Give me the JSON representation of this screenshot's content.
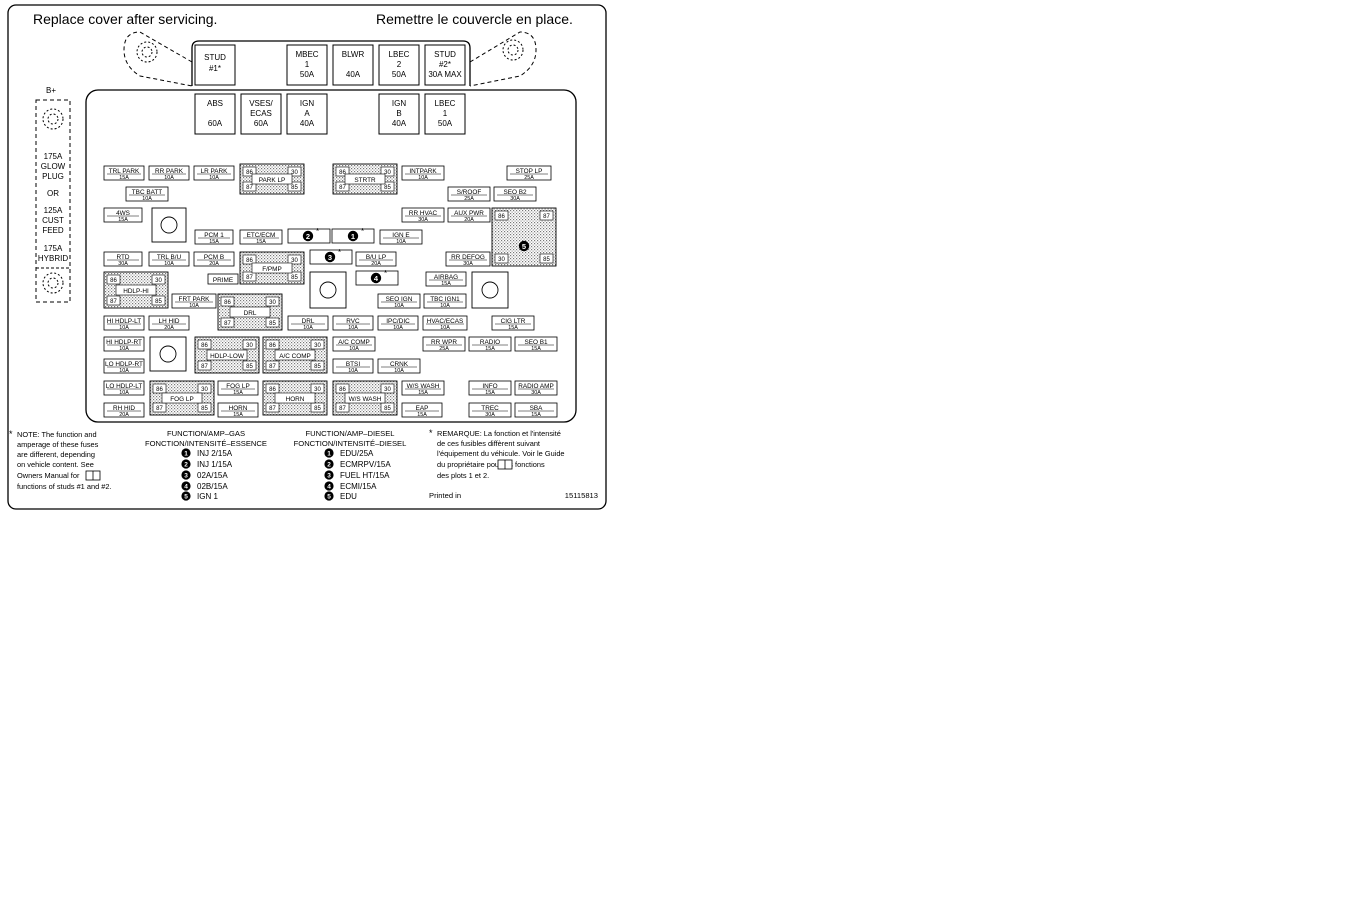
{
  "header": {
    "left": "Replace cover after servicing.",
    "right": "Remettre le couvercle en place."
  },
  "side": {
    "bplus": "B+",
    "lines": [
      "175A",
      "GLOW",
      "PLUG",
      "OR",
      "125A",
      "CUST",
      "FEED",
      "175A",
      "HYBRID"
    ]
  },
  "large_fuses": [
    {
      "lines": [
        "STUD",
        "#1*"
      ]
    },
    {
      "lines": [
        "MBEC",
        "1",
        "50A"
      ]
    },
    {
      "lines": [
        "BLWR",
        "",
        "40A"
      ]
    },
    {
      "lines": [
        "LBEC",
        "2",
        "50A"
      ]
    },
    {
      "lines": [
        "STUD",
        "#2*",
        "30A MAX"
      ]
    },
    {
      "lines": [
        "ABS",
        "",
        "60A"
      ]
    },
    {
      "lines": [
        "VSES/",
        "ECAS",
        "60A"
      ]
    },
    {
      "lines": [
        "IGN",
        "A",
        "40A"
      ]
    },
    {
      "lines": [
        "IGN",
        "B",
        "40A"
      ]
    },
    {
      "lines": [
        "LBEC",
        "1",
        "50A"
      ]
    }
  ],
  "fuses": [
    {
      "label": "TRL PARK",
      "amp": "15A"
    },
    {
      "label": "RR PARK",
      "amp": "10A"
    },
    {
      "label": "LR PARK",
      "amp": "10A"
    },
    {
      "label": "TBC BATT",
      "amp": "10A"
    },
    {
      "label": "4WS",
      "amp": "15A"
    },
    {
      "label": "PCM 1",
      "amp": "15A"
    },
    {
      "label": "ETC/ECM",
      "amp": "15A"
    },
    {
      "label": "INTPARK",
      "amp": "10A"
    },
    {
      "label": "STOP LP",
      "amp": "25A"
    },
    {
      "label": "S/ROOF",
      "amp": "25A"
    },
    {
      "label": "SEO B2",
      "amp": "30A"
    },
    {
      "label": "RR HVAC",
      "amp": "30A"
    },
    {
      "label": "AUX PWR",
      "amp": "20A"
    },
    {
      "label": "IGN E",
      "amp": "10A"
    },
    {
      "label": "RTD",
      "amp": "30A"
    },
    {
      "label": "TRL B/U",
      "amp": "10A"
    },
    {
      "label": "PCM B",
      "amp": "20A"
    },
    {
      "label": "B/U LP",
      "amp": "20A"
    },
    {
      "label": "RR DEFOG",
      "amp": "30A"
    },
    {
      "label": "PRIME",
      "amp": ""
    },
    {
      "label": "AIRBAG",
      "amp": "15A"
    },
    {
      "label": "FRT PARK",
      "amp": "10A"
    },
    {
      "label": "SEO IGN",
      "amp": "10A"
    },
    {
      "label": "TBC IGN1",
      "amp": "10A"
    },
    {
      "label": "HI HDLP-LT",
      "amp": "10A"
    },
    {
      "label": "LH HID",
      "amp": "20A"
    },
    {
      "label": "DRL",
      "amp": "10A"
    },
    {
      "label": "RVC",
      "amp": "10A"
    },
    {
      "label": "IPC/DIC",
      "amp": "10A"
    },
    {
      "label": "HVAC/ECAS",
      "amp": "10A"
    },
    {
      "label": "CIG LTR",
      "amp": "15A"
    },
    {
      "label": "HI HDLP-RT",
      "amp": "10A"
    },
    {
      "label": "A/C COMP",
      "amp": "10A"
    },
    {
      "label": "RR WPR",
      "amp": "25A"
    },
    {
      "label": "RADIO",
      "amp": "15A"
    },
    {
      "label": "SEO B1",
      "amp": "15A"
    },
    {
      "label": "LO HDLP-LT",
      "amp": "10A"
    },
    {
      "label": "BTSI",
      "amp": "10A"
    },
    {
      "label": "CRNK",
      "amp": "10A"
    },
    {
      "label": "LO HDLP-RT",
      "amp": "10A"
    },
    {
      "label": "FOG LP",
      "amp": "15A"
    },
    {
      "label": "W/S WASH",
      "amp": "15A"
    },
    {
      "label": "INFO",
      "amp": "15A"
    },
    {
      "label": "RADIO AMP",
      "amp": "30A"
    },
    {
      "label": "RH HID",
      "amp": "20A"
    },
    {
      "label": "HORN",
      "amp": "15A"
    },
    {
      "label": "EAP",
      "amp": "15A"
    },
    {
      "label": "TREC",
      "amp": "30A"
    },
    {
      "label": "SBA",
      "amp": "15A"
    }
  ],
  "relays": [
    {
      "label": "PARK LP",
      "pins": [
        "86",
        "30",
        "87",
        "85"
      ]
    },
    {
      "label": "STRTR",
      "pins": [
        "86",
        "30",
        "87",
        "85"
      ]
    },
    {
      "label": "F/PMP",
      "pins": [
        "86",
        "30",
        "87",
        "85"
      ]
    },
    {
      "label": "HDLP-HI",
      "pins": [
        "86",
        "30",
        "87",
        "85"
      ]
    },
    {
      "label": "DRL",
      "pins": [
        "86",
        "30",
        "87",
        "85"
      ]
    },
    {
      "label": "HDLP-LOW",
      "pins": [
        "86",
        "30",
        "87",
        "85"
      ]
    },
    {
      "label": "A/C COMP",
      "pins": [
        "86",
        "30",
        "87",
        "85"
      ]
    },
    {
      "label": "FOG LP",
      "pins": [
        "86",
        "30",
        "87",
        "85"
      ]
    },
    {
      "label": "HORN",
      "pins": [
        "86",
        "30",
        "87",
        "85"
      ]
    },
    {
      "label": "W/S WASH",
      "pins": [
        "86",
        "30",
        "87",
        "85"
      ]
    },
    {
      "label": "",
      "pins": [
        "86",
        "87",
        "30",
        "85"
      ]
    }
  ],
  "markers": [
    "1",
    "2",
    "3",
    "4",
    "5"
  ],
  "note_left": [
    "NOTE:  The function and",
    "amperage of these fuses",
    "are different, depending",
    "on vehicle content.  See",
    "Owners Manual       for",
    "functions of studs #1 and #2."
  ],
  "gas": {
    "title1": "FUNCTION/AMP–GAS",
    "title2": "FONCTION/INTENSITÉ–ESSENCE",
    "items": [
      "INJ 2/15A",
      "INJ 1/15A",
      "02A/15A",
      "02B/15A",
      "IGN 1"
    ]
  },
  "diesel": {
    "title1": "FUNCTION/AMP–DIESEL",
    "title2": "FONCTION/INTENSITÉ–DIESEL",
    "items": [
      "EDU/25A",
      "ECMRPV/15A",
      "FUEL HT/15A",
      "ECMI/15A",
      "EDU"
    ]
  },
  "note_right": [
    "REMARQUE:  La fonction et l'intensité",
    "de ces fusibles diffèrent suivant",
    "l'équipement du véhicule. Voir le Guide",
    "du propriétaire       pour les fonctions",
    "des plots 1 et 2."
  ],
  "printed_in": "Printed in",
  "part_number": "15115813"
}
